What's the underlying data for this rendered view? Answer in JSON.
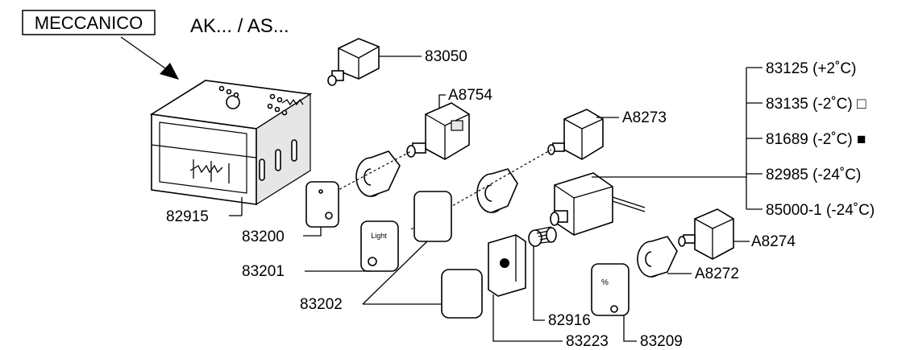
{
  "header": {
    "badge": "MECCANICO",
    "subtitle": "AK... / AS..."
  },
  "labels": {
    "p83050": "83050",
    "pA8754": "A8754",
    "pA8273": "A8273",
    "p82915": "82915",
    "p83200": "83200",
    "p83201": "83201",
    "p83202": "83202",
    "p82916": "82916",
    "p83223": "83223",
    "p83209": "83209",
    "pA8274": "A8274",
    "pA8272": "A8272",
    "light_text": "Light",
    "knob_text": "%"
  },
  "thermostat_options": [
    "83125 (+2˚C)",
    "83135 (-2˚C) □",
    "81689 (-2˚C) ■",
    "82985 (-24˚C)",
    "85000-1 (-24˚C)"
  ]
}
